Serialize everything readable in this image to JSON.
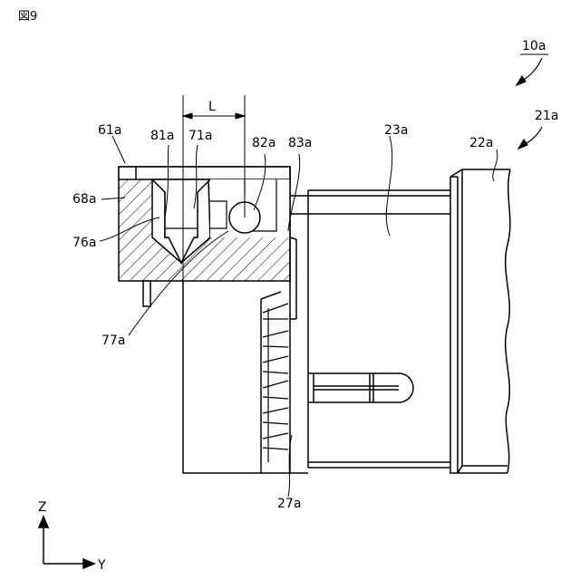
{
  "figure": {
    "number": "図9"
  },
  "labels": {
    "ref_10a": "10a",
    "ref_21a": "21a",
    "ref_22a": "22a",
    "ref_23a": "23a",
    "ref_61a": "61a",
    "ref_68a": "68a",
    "ref_71a": "71a",
    "ref_76a": "76a",
    "ref_77a": "77a",
    "ref_81a": "81a",
    "ref_82a": "82a",
    "ref_83a": "83a",
    "ref_27a": "27a",
    "dim_L": "L"
  },
  "axes": {
    "vertical": "Z",
    "horizontal": "Y"
  }
}
